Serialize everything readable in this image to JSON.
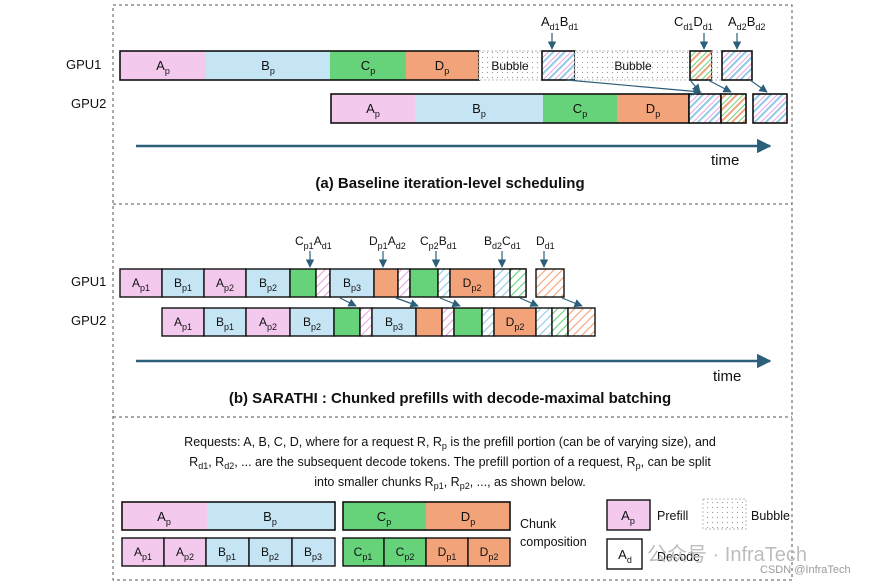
{
  "colors": {
    "prefill_A": "#f4c9ee",
    "prefill_B": "#c5e5f5",
    "prefill_C": "#66d27a",
    "prefill_D": "#f3a37a",
    "ink": "#111111",
    "arrow": "#2c5f7a"
  },
  "panel_a": {
    "title": "(a) Baseline iteration-level scheduling",
    "gpu1_label": "GPU1",
    "gpu2_label": "GPU2",
    "time_label": "time",
    "bubble_label": "Bubble",
    "segments": [
      {
        "row": "gpu1",
        "base": "A",
        "sub": "p",
        "kind": "A"
      },
      {
        "row": "gpu1",
        "base": "B",
        "sub": "p",
        "kind": "B"
      },
      {
        "row": "gpu1",
        "base": "C",
        "sub": "p",
        "kind": "C"
      },
      {
        "row": "gpu1",
        "base": "D",
        "sub": "p",
        "kind": "D"
      },
      {
        "row": "gpu2",
        "base": "A",
        "sub": "p",
        "kind": "A"
      },
      {
        "row": "gpu2",
        "base": "B",
        "sub": "p",
        "kind": "B"
      },
      {
        "row": "gpu2",
        "base": "C",
        "sub": "p",
        "kind": "C"
      },
      {
        "row": "gpu2",
        "base": "D",
        "sub": "p",
        "kind": "D"
      }
    ],
    "decode_labels": [
      {
        "parts": [
          {
            "b": "A",
            "s": "d1"
          },
          {
            "b": "B",
            "s": "d1"
          }
        ]
      },
      {
        "parts": [
          {
            "b": "C",
            "s": "d1"
          },
          {
            "b": "D",
            "s": "d1"
          }
        ]
      },
      {
        "parts": [
          {
            "b": "A",
            "s": "d2"
          },
          {
            "b": "B",
            "s": "d2"
          }
        ]
      }
    ]
  },
  "panel_b": {
    "title": "(b) SARATHI : Chunked prefills with decode-maximal batching",
    "gpu1_label": "GPU1",
    "gpu2_label": "GPU2",
    "time_label": "time",
    "chunks_gpu1": [
      {
        "base": "A",
        "sub": "p1",
        "kind": "A"
      },
      {
        "base": "B",
        "sub": "p1",
        "kind": "B"
      },
      {
        "base": "A",
        "sub": "p2",
        "kind": "A"
      },
      {
        "base": "B",
        "sub": "p2",
        "kind": "B"
      },
      {
        "base": "",
        "sub": "",
        "kind": "C"
      },
      {
        "base": "B",
        "sub": "p3",
        "kind": "B"
      },
      {
        "base": "",
        "sub": "",
        "kind": "D"
      },
      {
        "base": "",
        "sub": "",
        "kind": "C"
      },
      {
        "base": "D",
        "sub": "p2",
        "kind": "D"
      }
    ],
    "chunks_gpu2": [
      {
        "base": "A",
        "sub": "p1",
        "kind": "A"
      },
      {
        "base": "B",
        "sub": "p1",
        "kind": "B"
      },
      {
        "base": "A",
        "sub": "p2",
        "kind": "A"
      },
      {
        "base": "B",
        "sub": "p2",
        "kind": "B"
      },
      {
        "base": "",
        "sub": "",
        "kind": "C"
      },
      {
        "base": "B",
        "sub": "p3",
        "kind": "B"
      },
      {
        "base": "",
        "sub": "",
        "kind": "D"
      },
      {
        "base": "",
        "sub": "",
        "kind": "C"
      },
      {
        "base": "D",
        "sub": "p2",
        "kind": "D"
      }
    ],
    "decode_labels": [
      {
        "parts": [
          {
            "b": "C",
            "s": "p1"
          },
          {
            "b": "A",
            "s": "d1"
          }
        ]
      },
      {
        "parts": [
          {
            "b": "D",
            "s": "p1"
          },
          {
            "b": "A",
            "s": "d2"
          }
        ]
      },
      {
        "parts": [
          {
            "b": "C",
            "s": "p2"
          },
          {
            "b": "B",
            "s": "d1"
          }
        ]
      },
      {
        "parts": [
          {
            "b": "B",
            "s": "d2"
          },
          {
            "b": "C",
            "s": "d1"
          }
        ]
      },
      {
        "parts": [
          {
            "b": "D",
            "s": "d1"
          }
        ]
      }
    ]
  },
  "legend": {
    "line1": [
      {
        "t": "Requests: A, B, C, D, where for a request R, R"
      },
      {
        "s": "p"
      },
      {
        "t": " is the prefill portion (can be of varying size), and"
      }
    ],
    "line2": [
      {
        "t": "R"
      },
      {
        "s": "d1"
      },
      {
        "t": ", R"
      },
      {
        "s": "d2"
      },
      {
        "t": ", ... are the subsequent decode tokens. The prefill portion of a request, R"
      },
      {
        "s": "p"
      },
      {
        "t": ", can be split"
      }
    ],
    "line3": [
      {
        "t": "into smaller chunks R"
      },
      {
        "s": "p1"
      },
      {
        "t": ", R"
      },
      {
        "s": "p2"
      },
      {
        "t": ", ..., as shown below."
      }
    ],
    "chunk_composition_label_1": "Chunk",
    "chunk_composition_label_2": "composition",
    "top_row": [
      {
        "base": "A",
        "sub": "p",
        "kind": "A"
      },
      {
        "base": "B",
        "sub": "p",
        "kind": "B"
      },
      {
        "base": "C",
        "sub": "p",
        "kind": "C"
      },
      {
        "base": "D",
        "sub": "p",
        "kind": "D"
      }
    ],
    "bottom_row": [
      {
        "base": "A",
        "sub": "p1",
        "kind": "A"
      },
      {
        "base": "A",
        "sub": "p2",
        "kind": "A"
      },
      {
        "base": "B",
        "sub": "p1",
        "kind": "B"
      },
      {
        "base": "B",
        "sub": "p2",
        "kind": "B"
      },
      {
        "base": "B",
        "sub": "p3",
        "kind": "B"
      },
      {
        "base": "C",
        "sub": "p1",
        "kind": "C"
      },
      {
        "base": "C",
        "sub": "p2",
        "kind": "C"
      },
      {
        "base": "D",
        "sub": "p1",
        "kind": "D"
      },
      {
        "base": "D",
        "sub": "p2",
        "kind": "D"
      }
    ],
    "key_prefill": {
      "base": "A",
      "sub": "p",
      "text": "Prefill"
    },
    "key_decode": {
      "base": "A",
      "sub": "d",
      "text": "Decode"
    },
    "key_bubble": {
      "text": "Bubble"
    }
  },
  "watermark": {
    "brand": "公众号 · InfraTech",
    "csdn": "CSDN @InfraTech"
  }
}
